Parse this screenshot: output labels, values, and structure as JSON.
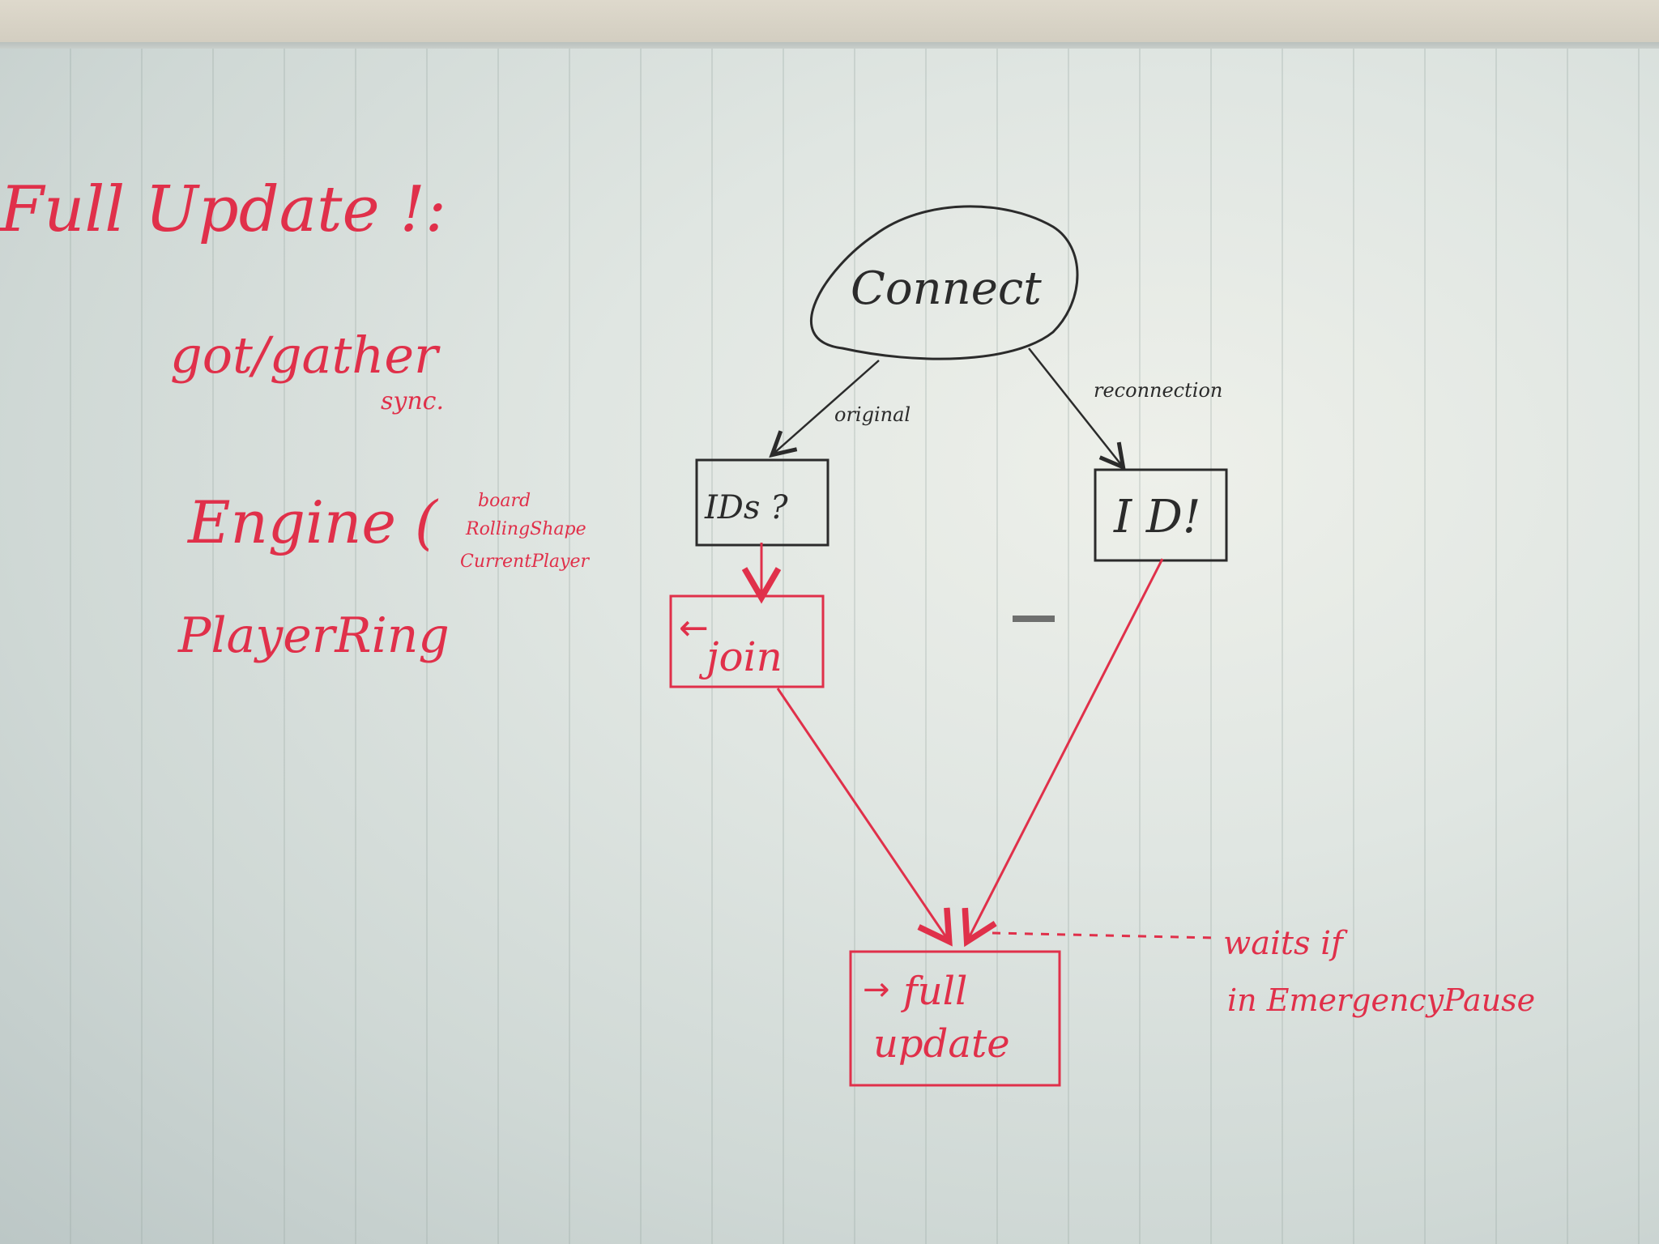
{
  "notes": {
    "title": "Full Update !:",
    "line1": "got/gather",
    "line1_sub": "sync.",
    "engine": "Engine (",
    "engine_items": [
      "board",
      "RollingShape",
      "CurrentPlayer"
    ],
    "ring": "PlayerRing"
  },
  "diagram": {
    "connect": "Connect",
    "edge_original": "original",
    "edge_reconnection": "reconnection",
    "ids_box": "IDs ?",
    "id_box": "I D!",
    "join_box": "join",
    "join_arrow": "←",
    "full_update_line1": "full",
    "full_update_line2": "update",
    "full_update_arrow": "→",
    "wait_note_line1": "waits if",
    "wait_note_line2": "in EmergencyPause"
  },
  "colors": {
    "red_marker": "#e0304a",
    "black_marker": "#2b2b2b",
    "board": "#e3e8e4"
  }
}
